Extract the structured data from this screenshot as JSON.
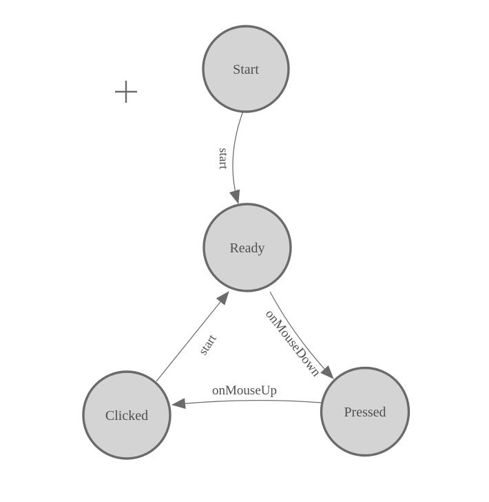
{
  "diagram": {
    "type": "state-machine",
    "nodes": [
      {
        "id": "start",
        "label": "Start"
      },
      {
        "id": "ready",
        "label": "Ready"
      },
      {
        "id": "clicked",
        "label": "Clicked"
      },
      {
        "id": "pressed",
        "label": "Pressed"
      }
    ],
    "edges": [
      {
        "from": "Start",
        "to": "Ready",
        "label": "start"
      },
      {
        "from": "Ready",
        "to": "Pressed",
        "label": "onMouseDown"
      },
      {
        "from": "Pressed",
        "to": "Clicked",
        "label": "onMouseUp"
      },
      {
        "from": "Clicked",
        "to": "Ready",
        "label": "start"
      }
    ],
    "colors": {
      "background": "#ffffff",
      "node_fill": "#d4d4d4",
      "node_stroke": "#6a6a6a",
      "edge_stroke": "#6e6e6e",
      "arrow_fill": "#6a6a6a",
      "label_text": "#4f4f4f",
      "cursor": "#696969"
    }
  }
}
